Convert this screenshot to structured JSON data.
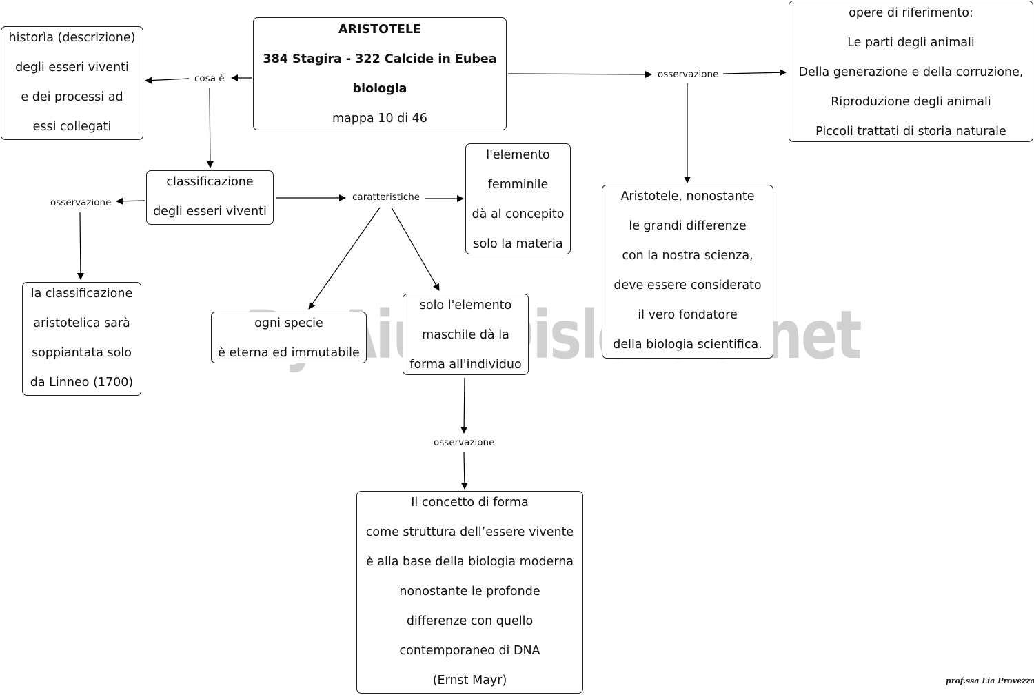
{
  "nodes": {
    "aristotele": {
      "title": "ARISTOTELE",
      "dates": "384 Stagira - 322 Calcide in Eubea",
      "subject": "biologia",
      "map_index": "mappa 10  di 46"
    },
    "historia": [
      "historìa (descrizione)",
      "degli esseri viventi",
      "e dei processi ad",
      "essi collegati"
    ],
    "opere": [
      "opere di riferimento:",
      "Le parti degli animali",
      "Della generazione e della corruzione,",
      "Riproduzione degli animali",
      "Piccoli trattati di storia naturale"
    ],
    "classificazione": [
      "classificazione",
      "degli esseri viventi"
    ],
    "elemento_femminile": [
      "l'elemento",
      "femminile",
      "dà al concepito",
      "solo la materia"
    ],
    "fondatore": [
      "Aristotele, nonostante",
      "le grandi differenze",
      "con la nostra scienza,",
      "deve essere considerato",
      "il vero fondatore",
      "della biologia scientifica."
    ],
    "linneo": [
      "la classificazione",
      "aristotelica sarà",
      "soppiantata solo",
      "da Linneo (1700)"
    ],
    "specie": [
      "ogni specie",
      "è eterna ed immutabile"
    ],
    "elemento_maschile": [
      "solo l'elemento",
      "maschile dà la",
      "forma all'individuo"
    ],
    "forma": [
      "Il  concetto di forma",
      " come struttura dell’essere vivente",
      "è alla base della biologia moderna",
      "nonostante le profonde",
      "differenze con quello",
      "contemporaneo di DNA",
      "(Ernst Mayr)"
    ]
  },
  "links": {
    "cosa_e": "cosa è",
    "osservazione_top": "osservazione",
    "osservazione_left": "osservazione",
    "caratteristiche": "caratteristiche",
    "osservazione_bottom": "osservazione"
  },
  "watermark": "By AiutoDislessia.net",
  "signature": "prof.ssa Lia Provezza"
}
